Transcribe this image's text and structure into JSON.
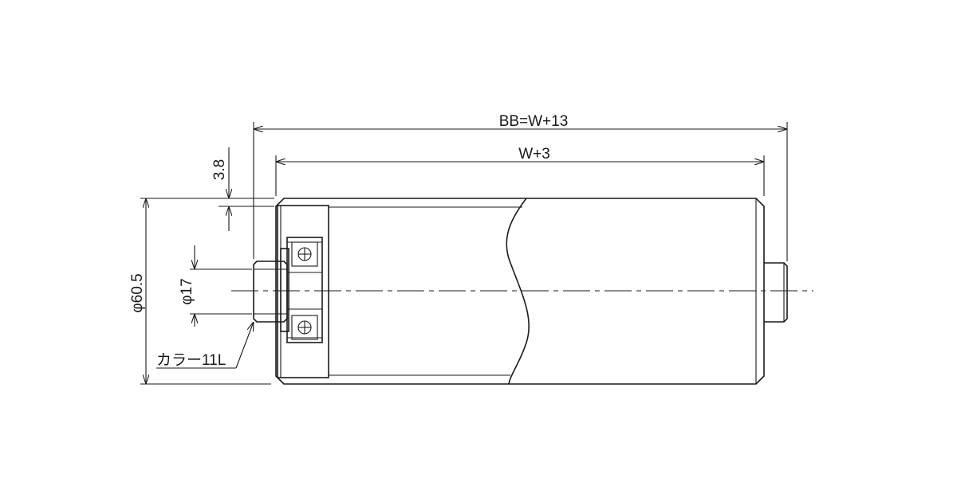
{
  "drawing": {
    "dimensions": {
      "overall_length": "BB=W+13",
      "inner_length": "W+3",
      "flange_offset": "3.8",
      "roller_diameter": "φ60.5",
      "shaft_diameter": "φ17",
      "collar": "カラー11L"
    },
    "colors": {
      "line": "#1a1a1a",
      "background": "#ffffff"
    }
  }
}
